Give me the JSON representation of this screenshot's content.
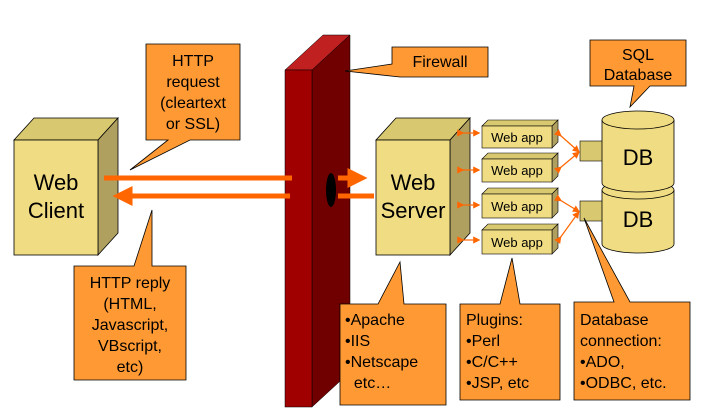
{
  "colors": {
    "box_fill": "#F0DC82",
    "box_side": "#B0A060",
    "box_top": "#D8C870",
    "callout_fill": "#FF9933",
    "firewall_front": "#A00000",
    "firewall_side": "#700000",
    "firewall_top": "#C02020",
    "arrow": "#FF6600",
    "stroke": "#000000"
  },
  "web_client": {
    "line1": "Web",
    "line2": "Client"
  },
  "web_server": {
    "line1": "Web",
    "line2": "Server"
  },
  "web_apps": [
    "Web app",
    "Web app",
    "Web app",
    "Web app"
  ],
  "databases": [
    "DB",
    "DB"
  ],
  "callouts": {
    "http_request": [
      "HTTP",
      "request",
      "(cleartext",
      "or SSL)"
    ],
    "http_reply": [
      "HTTP reply",
      "(HTML,",
      "Javascript,",
      "VBscript,",
      "etc)"
    ],
    "firewall": [
      "Firewall"
    ],
    "sql_database": [
      "SQL",
      "Database"
    ],
    "servers": [
      "•Apache",
      "•IIS",
      "•Netscape",
      "  etc…"
    ],
    "plugins": [
      "Plugins:",
      "•Perl",
      "•C/C++",
      "•JSP, etc"
    ],
    "db_connection": [
      "Database",
      "connection:",
      "•ADO,",
      "•ODBC, etc."
    ]
  }
}
